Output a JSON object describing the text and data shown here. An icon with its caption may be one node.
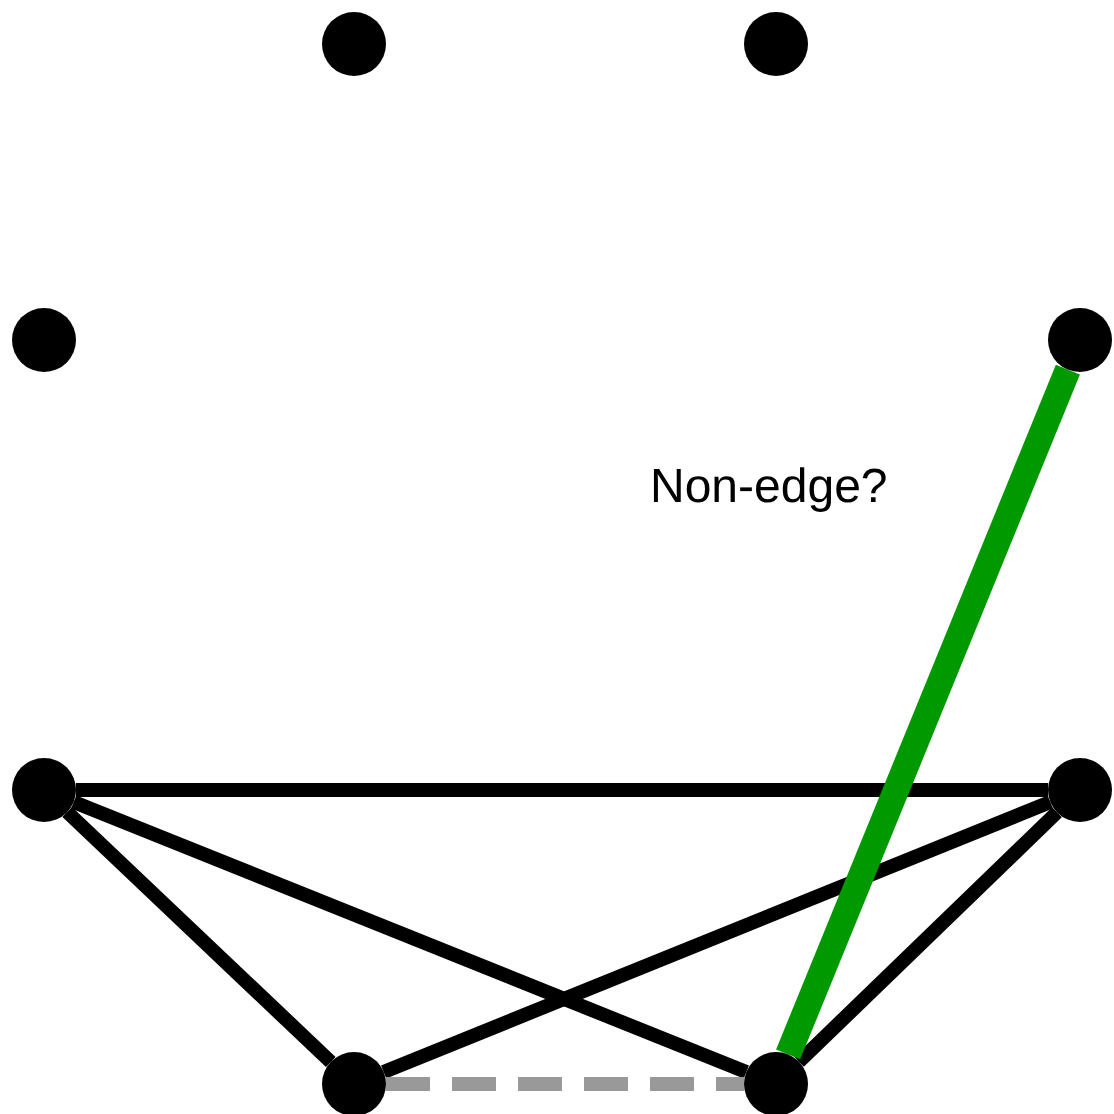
{
  "diagram": {
    "nodes": [
      {
        "text": [],
        "shape": "circle"
      },
      {
        "text": [],
        "shape": "circle"
      },
      {
        "text": [],
        "shape": "circle"
      },
      {
        "text": [],
        "shape": "circle"
      },
      {
        "text": [],
        "shape": "circle"
      },
      {
        "text": [],
        "shape": "circle"
      },
      {
        "text": [],
        "shape": "circle"
      },
      {
        "text": [],
        "shape": "circle"
      }
    ],
    "edges": [
      {
        "from": 4,
        "to": 5,
        "arrow": "none"
      },
      {
        "from": 4,
        "to": 6,
        "arrow": "none"
      },
      {
        "from": 4,
        "to": 7,
        "arrow": "none"
      },
      {
        "from": 5,
        "to": 6,
        "arrow": "none"
      },
      {
        "from": 5,
        "to": 7,
        "arrow": "none"
      },
      {
        "from": 6,
        "to": 7,
        "arrow": "none",
        "style": "dashed",
        "color": "#999999"
      },
      {
        "from": 7,
        "to": 3,
        "arrow": "none",
        "style": "thick",
        "color": "#009900",
        "label": "Non-edge?"
      }
    ]
  }
}
